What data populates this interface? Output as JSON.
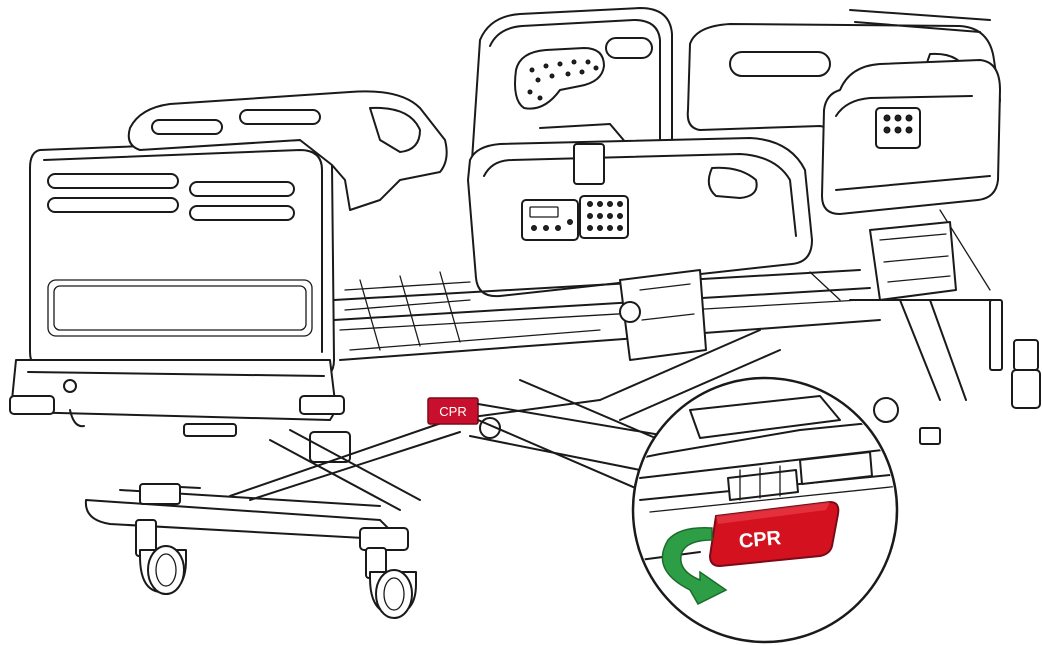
{
  "diagram": {
    "callout_small": {
      "text": "CPR",
      "color": "#c8102e"
    },
    "callout_zoom": {
      "text": "CPR",
      "color": "#d4121f"
    },
    "rotation_arrow": {
      "color": "#2e9e46",
      "meaning": "rotate"
    },
    "line_color": "#1a1a1a",
    "background": "#ffffff"
  }
}
